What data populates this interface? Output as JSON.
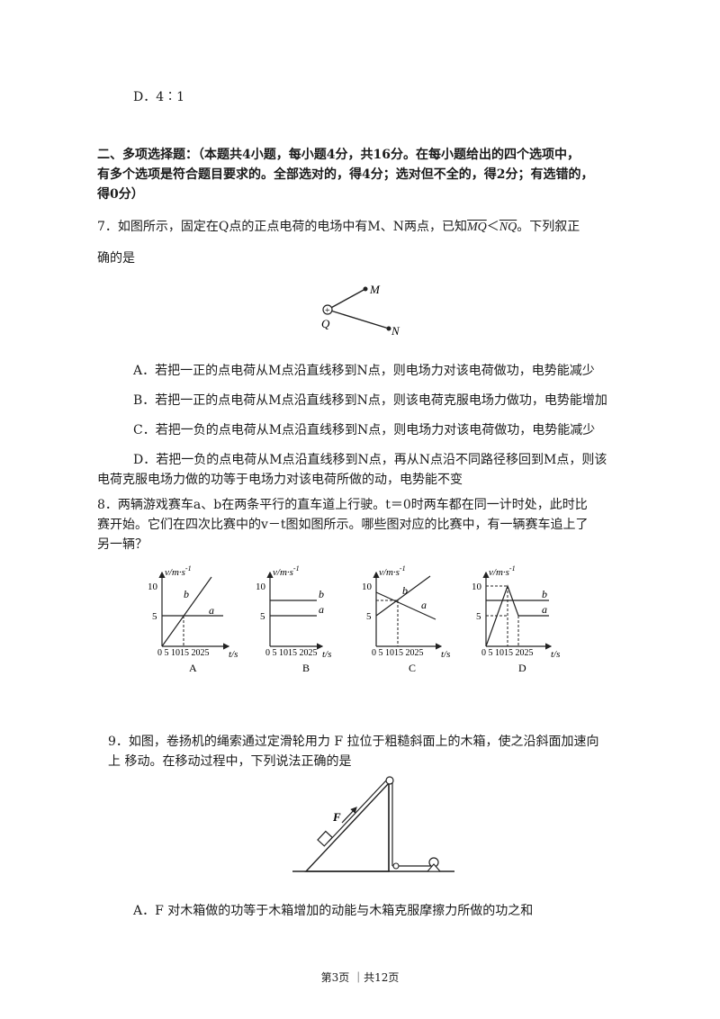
{
  "prev_option": "D．4∶1",
  "section2": {
    "line1": "二、多项选择题：（本题共4小题，每小题4分，共16分。在每小题给出的四个选项中，",
    "line2": "有多个选项是符合题目要求的。全部选对的，得4分；选对但不全的，得2分；有选错的，",
    "line3": "得0分）"
  },
  "q7": {
    "stem_a": "7．如图所示，固定在Q点的正点电荷的电场中有M、N两点，已知",
    "mq": "MQ",
    "lt": "＜",
    "nq": "NQ",
    "stem_b": "。下列叙正",
    "stem_c": "确的是",
    "fig": {
      "q": "Q",
      "m": "M",
      "n": "N"
    },
    "options": [
      "A．若把一正的点电荷从M点沿直线移到N点，则电场力对该电荷做功，电势能减少",
      "B．若把一正的点电荷从M点沿直线移到N点，则该电荷克服电场力做功，电势能增加",
      "C．若把一负的点电荷从M点沿直线移到N点，则电场力对该电荷做功，电势能减少"
    ],
    "option_d1": "D．若把一负的点电荷从M点沿直线移到N点，再从N点沿不同路径移回到M点，则该",
    "option_d2": "电荷克服电场力做的功等于电场力对该电荷所做的动，电势能不变"
  },
  "q8": {
    "line1": "8．两辆游戏赛车a、b在两条平行的直车道上行驶。t＝0时两车都在同一计时处，此时比",
    "line2": "赛开始。它们在四次比赛中的v－t图如图所示。哪些图对应的比赛中，有一辆赛车追上了",
    "line3": "另一辆？",
    "ylabel": "v/m·s",
    "ylabel_exp": "-1",
    "xlabel": "t/s",
    "xticks": "0 5 1015 2025",
    "y10": "10",
    "y5": "5",
    "series_a": "a",
    "series_b": "b",
    "panel_labels": [
      "A",
      "B",
      "C",
      "D"
    ]
  },
  "q9": {
    "line1": "9．如图，卷扬机的绳索通过定滑轮用力 F 拉位于粗糙斜面上的木箱，使之沿斜面加速向",
    "line2": "上 移动。在移动过程中，下列说法正确的是",
    "force": "F",
    "option_a": "A．F 对木箱做的功等于木箱增加的动能与木箱克服摩擦力所做的功之和"
  },
  "footer": "第3页 ｜共12页"
}
